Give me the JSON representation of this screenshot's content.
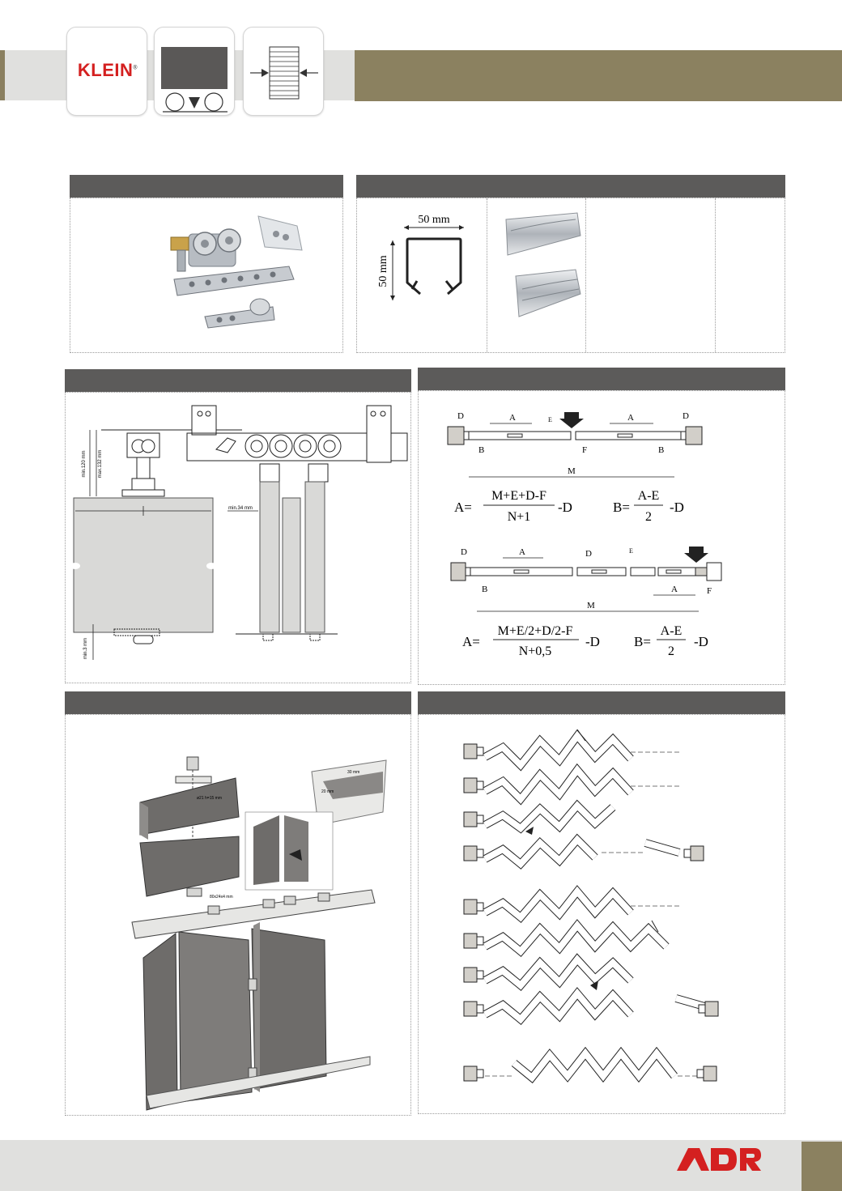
{
  "header": {
    "brand": "KLEIN",
    "brand_mark": "®"
  },
  "profile": {
    "width_label": "50 mm",
    "height_label": "50 mm"
  },
  "installation": {
    "dim_min": "min.120 mm",
    "dim_max": "max.132 mm",
    "dim_gap": "min.34 mm",
    "dim_floor": "min.3 mm"
  },
  "calc": {
    "letters": {
      "A": "A",
      "B": "B",
      "D": "D",
      "E": "E",
      "F": "F",
      "M": "M"
    },
    "formula1": {
      "a_lhs": "A=",
      "a_num": "M+E+D-F",
      "a_den": "N+1",
      "a_tail": "-D",
      "b_lhs": "B=",
      "b_num": "A-E",
      "b_den": "2",
      "b_tail": "-D"
    },
    "formula2": {
      "a_lhs": "A=",
      "a_num": "M+E/2+D/2-F",
      "a_den": "N+0,5",
      "a_tail": "-D",
      "b_lhs": "B=",
      "b_num": "A-E",
      "b_den": "2",
      "b_tail": "-D"
    }
  },
  "assembly": {
    "dim_30": "30 mm",
    "dim_20": "20 mm",
    "dim_21": "ø21 h=15 mm",
    "dim_80": "80x24x4 mm"
  },
  "colors": {
    "header_gray": "#5c5b5a",
    "accent_olive": "#8b8160",
    "band_gray": "#e0e0de",
    "brand_red": "#d42020"
  }
}
